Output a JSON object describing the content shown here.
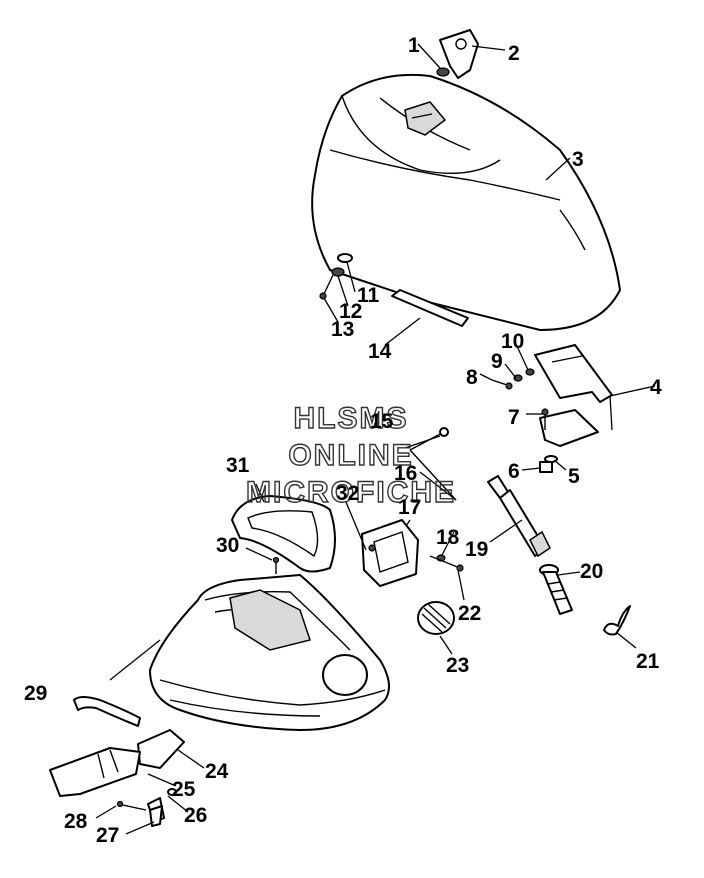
{
  "watermark": {
    "line1": "HLSMS",
    "line2": "ONLINE",
    "line3": "MICROFICHE"
  },
  "callouts": [
    "1",
    "2",
    "3",
    "4",
    "5",
    "6",
    "7",
    "8",
    "9",
    "10",
    "11",
    "12",
    "13",
    "14",
    "15",
    "16",
    "17",
    "18",
    "19",
    "20",
    "21",
    "22",
    "23",
    "24",
    "25",
    "26",
    "27",
    "28",
    "29",
    "30",
    "31",
    "32"
  ],
  "colors": {
    "ink": "#000000",
    "background": "#ffffff",
    "watermark": "#333333"
  }
}
